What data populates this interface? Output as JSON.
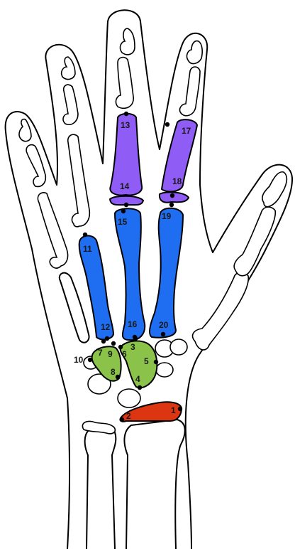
{
  "colors": {
    "distal_metacarpal": "#8f5cf5",
    "metacarpal": "#1f6df0",
    "carpal": "#8bc34a",
    "radius_physis": "#dc3512",
    "outline": "#000000",
    "background": "#ffffff"
  },
  "landmarks": [
    {
      "id": "1",
      "label": "1"
    },
    {
      "id": "2",
      "label": "2"
    },
    {
      "id": "3",
      "label": "3"
    },
    {
      "id": "4",
      "label": "4"
    },
    {
      "id": "5",
      "label": "5"
    },
    {
      "id": "6",
      "label": "6"
    },
    {
      "id": "7",
      "label": "7"
    },
    {
      "id": "8",
      "label": "8"
    },
    {
      "id": "9",
      "label": "9"
    },
    {
      "id": "10",
      "label": "10"
    },
    {
      "id": "11",
      "label": "11"
    },
    {
      "id": "12",
      "label": "12"
    },
    {
      "id": "13",
      "label": "13"
    },
    {
      "id": "14",
      "label": "14"
    },
    {
      "id": "15",
      "label": "15"
    },
    {
      "id": "16",
      "label": "16"
    },
    {
      "id": "17",
      "label": "17"
    },
    {
      "id": "18",
      "label": "18"
    },
    {
      "id": "19",
      "label": "19"
    },
    {
      "id": "20",
      "label": "20"
    }
  ]
}
